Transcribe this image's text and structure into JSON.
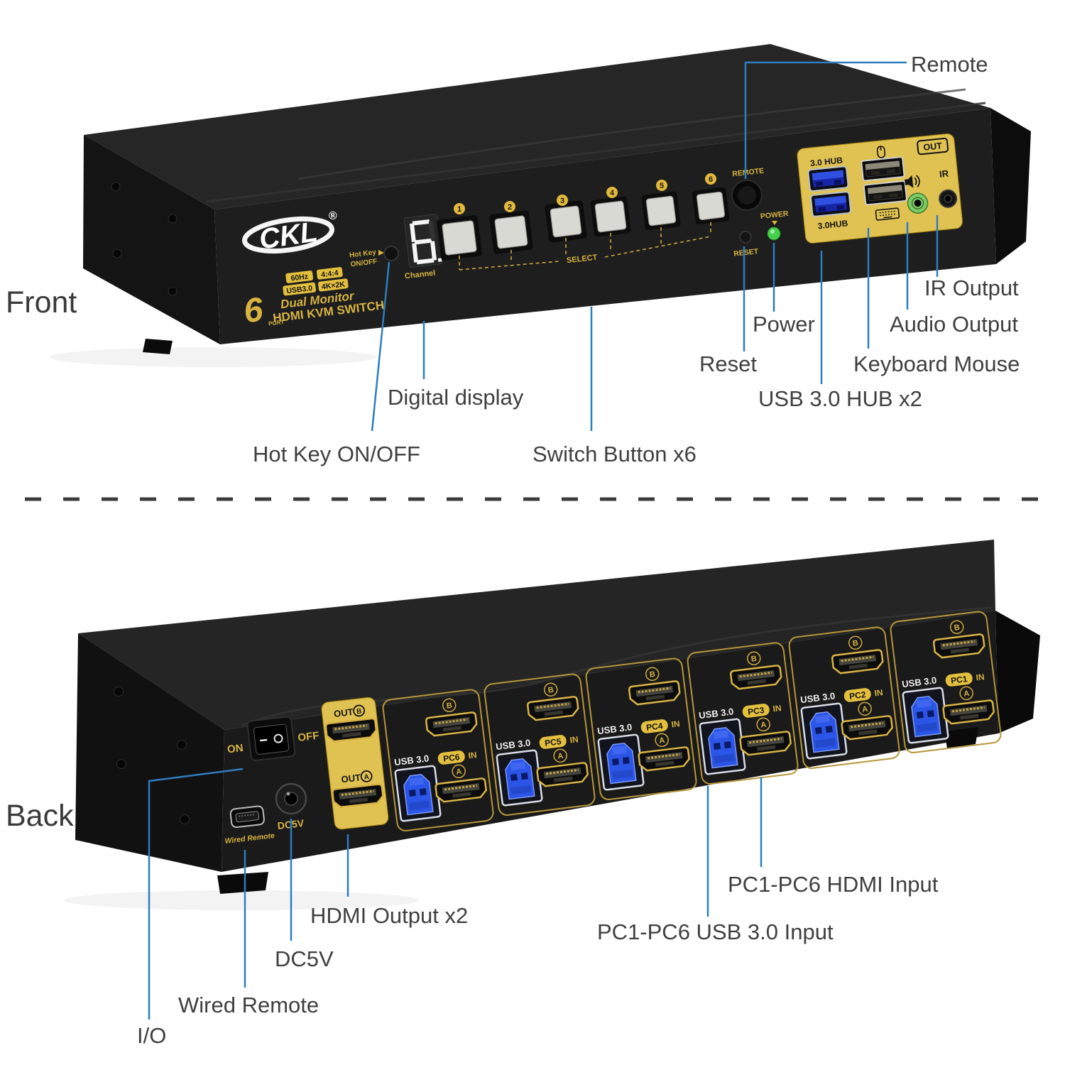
{
  "front": {
    "view_label": "Front",
    "logo": {
      "text": "CKL",
      "reg": "®"
    },
    "badges": {
      "hz": "60Hz",
      "chroma": "4:4:4",
      "usb": "USB3.0",
      "res": "4K×2K",
      "dual": "Dual Monitor",
      "product": "HDMI KVM SWITCH",
      "port_num": "6",
      "port_word": "PORT"
    },
    "hotkey_line1": "Hot Key",
    "hotkey_line2": "ON/OFF",
    "channel_digit": "6.",
    "channel_label": "Channel",
    "button_numbers": [
      "1",
      "2",
      "3",
      "4",
      "5",
      "6"
    ],
    "select_label": "SELECT",
    "remote_label": "REMOTE",
    "power_label": "POWER",
    "reset_label": "RESET",
    "panel": {
      "hub_top": "3.0 HUB",
      "hub_bottom": "3.0HUB",
      "out": "OUT",
      "ir": "IR"
    },
    "callouts": {
      "remote": "Remote",
      "ir_output": "IR Output",
      "audio_output": "Audio Output",
      "keyboard_mouse": "Keyboard Mouse",
      "usb_hub": "USB 3.0 HUB x2",
      "power": "Power",
      "reset": "Reset",
      "digital_display": "Digital display",
      "hot_key": "Hot Key ON/OFF",
      "switch_button": "Switch Button x6"
    }
  },
  "back": {
    "view_label": "Back",
    "on": "ON",
    "off": "OFF",
    "out": "OUT",
    "out_b_letter": "B",
    "out_a_letter": "A",
    "usb30": "USB 3.0",
    "in_label": "IN",
    "b_letter": "B",
    "a_letter": "A",
    "sections": [
      {
        "pc": "PC6"
      },
      {
        "pc": "PC5"
      },
      {
        "pc": "PC4"
      },
      {
        "pc": "PC3"
      },
      {
        "pc": "PC2"
      },
      {
        "pc": "PC1"
      }
    ],
    "wired_remote": "Wired Remote",
    "dc5v": "DC5V",
    "callouts": {
      "io": "I/O",
      "wired_remote": "Wired Remote",
      "dc5v": "DC5V",
      "hdmi_output": "HDMI Output x2",
      "usb_input": "PC1-PC6 USB 3.0 Input",
      "hdmi_input": "PC1-PC6 HDMI Input"
    }
  },
  "colors": {
    "callout_blue": "#2f7cc0",
    "device_gold": "#d8b341",
    "badge_yellow": "#e3bf3e",
    "panel_yellow": "#e0c252",
    "label_gray": "#3f3f3f",
    "led_green": "#46d14a"
  }
}
